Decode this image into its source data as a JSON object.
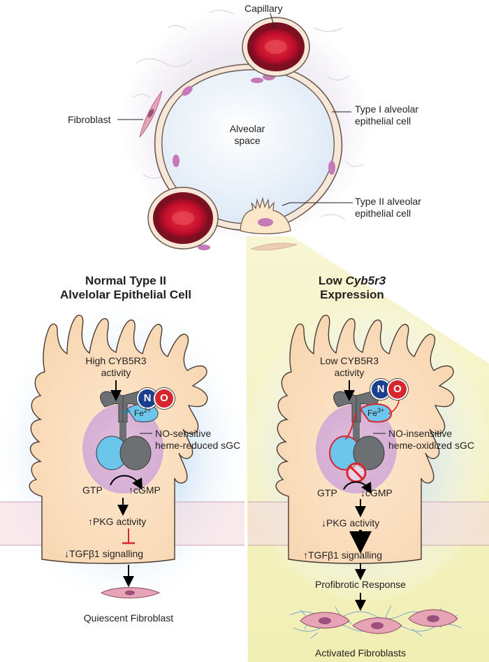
{
  "alveolus": {
    "capillary_label": "Capillary",
    "fibroblast_label": "Fibroblast",
    "space_label_1": "Alveolar",
    "space_label_2": "space",
    "type1_label_1": "Type I alveolar",
    "type1_label_2": "epithelial cell",
    "type2_label_1": "Type II alveolar",
    "type2_label_2": "epithelial cell"
  },
  "left_panel": {
    "title_1": "Normal Type II",
    "title_2": "Alvelolar Epithelial Cell",
    "activity_1": "High CYB5R3",
    "activity_2": "activity",
    "no_n": "N",
    "no_o": "O",
    "fe_base": "Fe",
    "fe_charge": "2+",
    "sgc_1": "NO-sensitive",
    "sgc_2": "heme-reduced sGC",
    "gtp": "GTP",
    "cgmp_arrow": "↑",
    "cgmp": "cGMP",
    "pkg_arrow": "↑",
    "pkg": "PKG activity",
    "tgf_arrow": "↓",
    "tgf": "TGFβ1 signalling",
    "outcome": "Quiescent Fibroblast"
  },
  "right_panel": {
    "title_1": "Low",
    "title_gene": "Cyb5r3",
    "title_2": "Expression",
    "activity_1": "Low CYB5R3",
    "activity_2": "activity",
    "no_n": "N",
    "no_o": "O",
    "fe_base": "Fe",
    "fe_charge": "3+",
    "sgc_1": "NO-insensitive",
    "sgc_2": "heme-oxidized sGC",
    "gtp": "GTP",
    "cgmp_arrow": "↓",
    "cgmp": "cGMP",
    "pkg_arrow": "↓",
    "pkg": "PKG activity",
    "tgf_arrow": "↑",
    "tgf": "TGFβ1 signalling",
    "response": "Profibrotic Response",
    "outcome": "Activated Fibroblasts"
  },
  "colors": {
    "cell_fill": "#fde7c9",
    "sgc_halo": "#d9b6dc",
    "sgc_blue": "#6cc5ea",
    "sgc_gray": "#6d7073",
    "rbc_red": "#c8102e",
    "capillary_dark": "#7a1020",
    "nucleus_pink": "#c579b8",
    "fibroblast_pink": "#e7a4b6",
    "zoom_yellow": "#f3f0b0",
    "blue_glow": "#d6e8f6",
    "inhibit_red": "#d7262e",
    "n_blue": "#1b3f8f",
    "o_red": "#d7262e"
  }
}
